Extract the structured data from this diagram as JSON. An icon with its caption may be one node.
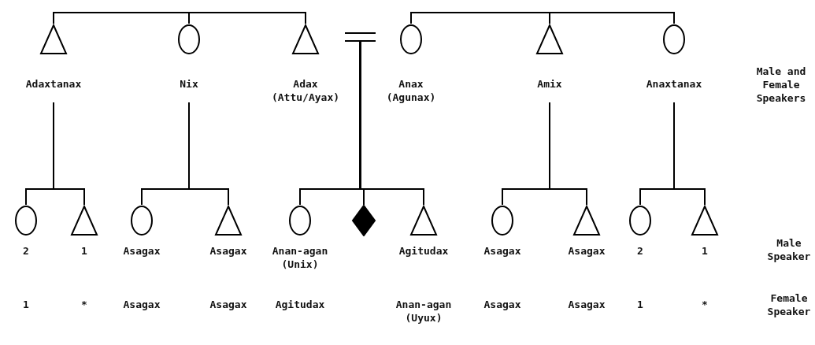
{
  "diagram": {
    "nodes": [
      {
        "text": [
          "Adaxtanax"
        ]
      },
      {
        "text": [
          "Nix"
        ]
      },
      {
        "text": [
          "Adax (Attu/Ayax)"
        ]
      },
      {
        "text": [
          "Anax (Agunax)"
        ]
      },
      {
        "text": [
          "Amix"
        ]
      },
      {
        "text": [
          "Anaxtanax"
        ]
      },
      {
        "text": [
          "2"
        ]
      },
      {
        "text": [
          "1"
        ]
      },
      {
        "text": [
          "Asagax"
        ]
      },
      {
        "text": [
          "Asagax"
        ]
      },
      {
        "text": [
          "Anan-agan (Unix)"
        ]
      },
      {
        "text": [],
        "shape": "diamond"
      },
      {
        "text": [
          "Agitudax"
        ]
      },
      {
        "text": [
          "Asagax"
        ]
      },
      {
        "text": [
          "Asagax"
        ]
      },
      {
        "text": [
          "2"
        ]
      },
      {
        "text": [
          "1"
        ]
      }
    ],
    "edges": [
      {
        "from": 0,
        "to": 1,
        "arrow": "none"
      },
      {
        "from": 1,
        "to": 2,
        "arrow": "none"
      },
      {
        "from": 2,
        "to": 3,
        "arrow": "none"
      },
      {
        "from": 3,
        "to": 4,
        "arrow": "none"
      },
      {
        "from": 4,
        "to": 5,
        "arrow": "none"
      },
      {
        "from": 0,
        "to": 6,
        "arrow": "none"
      },
      {
        "from": 0,
        "to": 7,
        "arrow": "none"
      },
      {
        "from": 1,
        "to": 8,
        "arrow": "none"
      },
      {
        "from": 1,
        "to": 9,
        "arrow": "none"
      },
      {
        "from": 2,
        "to": 10,
        "arrow": "none"
      },
      {
        "from": 2,
        "to": 11,
        "arrow": "none"
      },
      {
        "from": 2,
        "to": 12,
        "arrow": "none"
      },
      {
        "from": 3,
        "to": 10,
        "arrow": "none"
      },
      {
        "from": 3,
        "to": 11,
        "arrow": "none"
      },
      {
        "from": 3,
        "to": 12,
        "arrow": "none"
      },
      {
        "from": 4,
        "to": 13,
        "arrow": "none"
      },
      {
        "from": 4,
        "to": 14,
        "arrow": "none"
      },
      {
        "from": 5,
        "to": 15,
        "arrow": "none"
      },
      {
        "from": 5,
        "to": 16,
        "arrow": "none"
      }
    ],
    "labels": [
      "Male and Female Speakers",
      "Male Speaker",
      "1",
      "*",
      "Asagax",
      "Asagax",
      "Agitudax",
      "Anan-agan (Uyux)",
      "Asagax",
      "Asagax",
      "1",
      "*",
      "Female Speaker"
    ]
  }
}
